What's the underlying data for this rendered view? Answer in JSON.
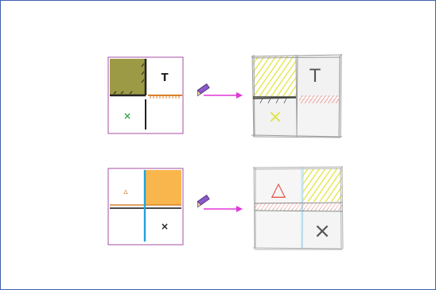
{
  "colors": {
    "frame_border": "#3f5fb0",
    "panel_border": "#a64fa3",
    "olive_fill": "#9d9a45",
    "orange_fill": "#f9b64c",
    "orange_line": "#d9822b",
    "blue_line": "#22a4d6",
    "green_mark": "#3aa84a",
    "magenta_arrow": "#e236d6",
    "pencil_body": "#8a5ac8",
    "sketch_yellow": "#e6e85a",
    "sketch_red": "#e8584a",
    "sketch_gray": "#8a8a8a"
  },
  "icons": [
    "pencil-icon",
    "arrow-right-icon"
  ],
  "rows": [
    {
      "name": "row-1",
      "left_glyphs": {
        "top_right": "T",
        "bottom_left": "×"
      },
      "right_glyphs": {
        "top_right": "T",
        "bottom_left": "×"
      }
    },
    {
      "name": "row-2",
      "left_glyphs": {
        "top_left": "▵",
        "bottom_right": "×"
      },
      "right_glyphs": {
        "top_left": "△",
        "bottom_right": "×"
      }
    }
  ]
}
